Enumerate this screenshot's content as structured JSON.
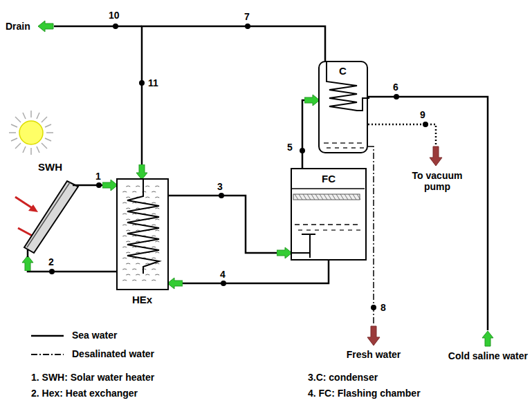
{
  "diagram": {
    "nodes": [
      {
        "text": [
          "SWH"
        ]
      },
      {
        "text": [
          "HEx"
        ]
      },
      {
        "text": [
          "FC"
        ]
      },
      {
        "text": [
          "C"
        ]
      }
    ],
    "edges": [
      {
        "from": 0,
        "to": 1,
        "arrow": "to"
      },
      {
        "from": 1,
        "to": 0,
        "arrow": "to"
      },
      {
        "from": 1,
        "to": 2,
        "arrow": "to"
      },
      {
        "from": 2,
        "to": 1,
        "arrow": "to"
      },
      {
        "from": 2,
        "to": 3,
        "arrow": "to"
      },
      {
        "from": 3,
        "to": 1,
        "arrow": "to"
      }
    ],
    "labels": [
      "1",
      "2",
      "3",
      "4",
      "5",
      "6",
      "7",
      "8",
      "9",
      "10",
      "11",
      "Drain",
      "To vacuum pump",
      "Fresh water",
      "Cold saline water",
      "1. SWH: Solar water heater",
      "2. Hex: Heat exchanger",
      "3.C: condenser",
      "4. FC: Flashing chamber"
    ],
    "legend": [
      {
        "text": "Sea water"
      },
      {
        "text": "Desalinated water"
      }
    ]
  }
}
